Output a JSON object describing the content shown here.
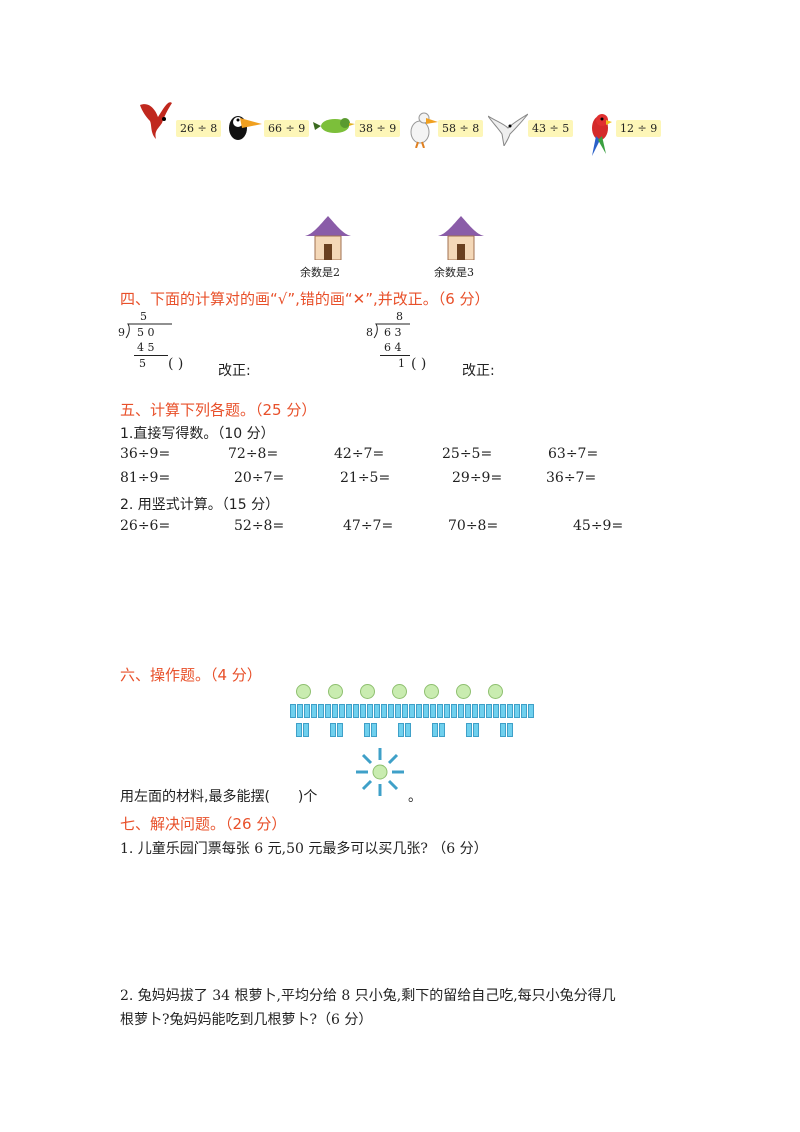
{
  "birds": [
    {
      "icon": "red-bird-icon",
      "label": "26 ÷ 8"
    },
    {
      "icon": "toucan-icon",
      "label": "66 ÷ 9"
    },
    {
      "icon": "green-bird-icon",
      "label": "38 ÷ 9"
    },
    {
      "icon": "pelican-icon",
      "label": "58 ÷ 8"
    },
    {
      "icon": "gull-icon",
      "label": "43 ÷ 5"
    },
    {
      "icon": "parrot-icon",
      "label": "12 ÷ 9"
    }
  ],
  "houses": [
    {
      "label": "余数是2"
    },
    {
      "label": "余数是3"
    }
  ],
  "section4": {
    "title": "四、下面的计算对的画“√”,错的画“✕”,并改正。（6 分）",
    "problem1": {
      "quotient": "5",
      "divisor": "9",
      "dividend": "5 0",
      "product": "4 5",
      "remainder": "5",
      "paren": "(    )",
      "fix": "改正:"
    },
    "problem2": {
      "quotient": "8",
      "divisor": "8",
      "dividend": "6 3",
      "product": "6 4",
      "remainder": "1",
      "paren": "(    )",
      "fix": "改正:"
    }
  },
  "section5": {
    "title": "五、计算下列各题。（25 分）",
    "part1": "1.直接写得数。（10 分）",
    "row1": [
      "36÷9=",
      "72÷8=",
      "42÷7=",
      "25÷5=",
      "63÷7="
    ],
    "row2": [
      "81÷9=",
      "20÷7=",
      "21÷5=",
      "29÷9=",
      "36÷7="
    ],
    "part2": "2. 用竖式计算。（15 分）",
    "row3": [
      "26÷6=",
      "52÷8=",
      "47÷7=",
      "70÷8=",
      "45÷9="
    ]
  },
  "section6": {
    "title": "六、操作题。（4 分）",
    "sentence_a": "用左面的材料,最多能摆(",
    "sentence_b": ")个",
    "sentence_c": "。"
  },
  "section7": {
    "title": "七、解决问题。（26 分）",
    "q1": "1. 儿童乐园门票每张 6 元,50 元最多可以买几张? （6 分）",
    "q2_line1": "2. 兔妈妈拔了 34 根萝卜,平均分给 8 只小兔,剩下的留给自己吃,每只小兔分得几",
    "q2_line2": "根萝卜?兔妈妈能吃到几根萝卜?（6 分）"
  },
  "colors": {
    "heading": "#e8502a",
    "label_bg": "#fdf6b8",
    "stick": "#6fd0ee",
    "circle": "#c9ecb0"
  }
}
